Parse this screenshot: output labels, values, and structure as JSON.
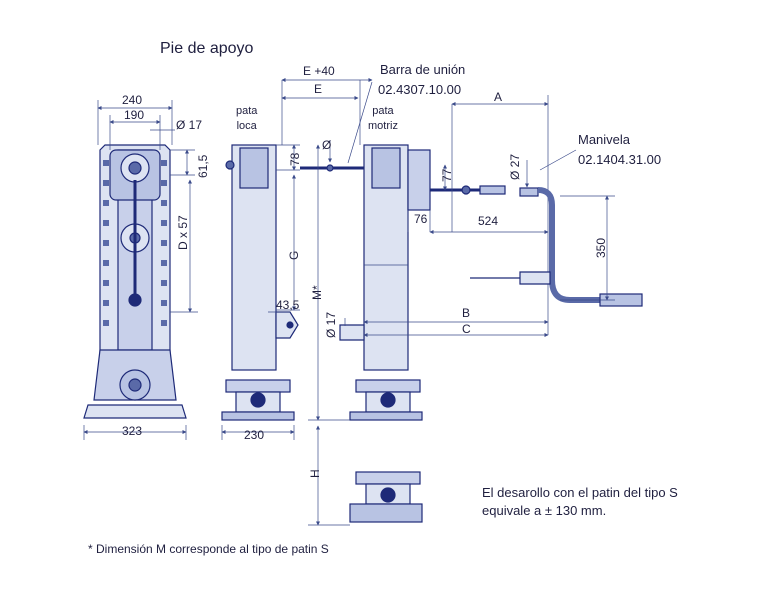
{
  "title": "Pie de apoyo",
  "dims": {
    "d240": "240",
    "d190": "190",
    "d17": "Ø 17",
    "d61": "61,5",
    "dDx57": "D x 57",
    "d323": "323",
    "d230": "230",
    "d78": "78",
    "dG": "G",
    "d43": "43,5",
    "dM": "M*",
    "d17b": "Ø 17",
    "dH": "H",
    "dE40": "E +40",
    "dE": "E",
    "dPhi": "Ø",
    "dA": "A",
    "d77": "77",
    "d27": "Ø 27",
    "d76": "76",
    "d524": "524",
    "d350": "350",
    "dB": "B",
    "dC": "C"
  },
  "labels": {
    "pata_loca_1": "pata",
    "pata_loca_2": "loca",
    "pata_motriz_1": "pata",
    "pata_motriz_2": "motriz",
    "barra": "Barra de unión",
    "barra_code": "02.4307.10.00",
    "manivela": "Manivela",
    "manivela_code": "02.1404.31.00"
  },
  "note_line1": "El desarollo con el patin del tipo S",
  "note_line2": "equivale a ± 130 mm.",
  "footnote": "* Dimensión M corresponde al tipo de patin S",
  "colors": {
    "line": "#1e2a78",
    "fill_light": "#dde3f2",
    "fill_mid": "#b8c3e3",
    "fill_dark": "#5a6aa8"
  }
}
